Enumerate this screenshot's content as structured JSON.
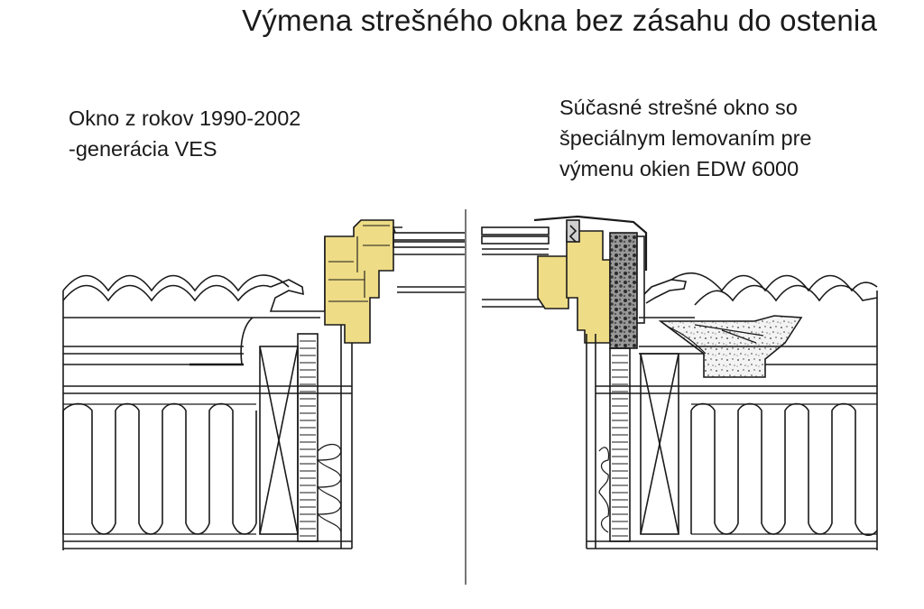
{
  "title": "Výmena strešného okna bez zásahu do ostenia",
  "left_caption": {
    "line1": "Okno z rokov 1990-2002",
    "line2": "-generácia VES"
  },
  "right_caption": {
    "line1": "Súčasné strešné okno so",
    "line2": "špeciálnym lemovaním pre",
    "line3": "výmenu okien EDW 6000"
  },
  "colors": {
    "wood": "#EEDC86",
    "line": "#1a1a1a",
    "background": "#ffffff"
  }
}
